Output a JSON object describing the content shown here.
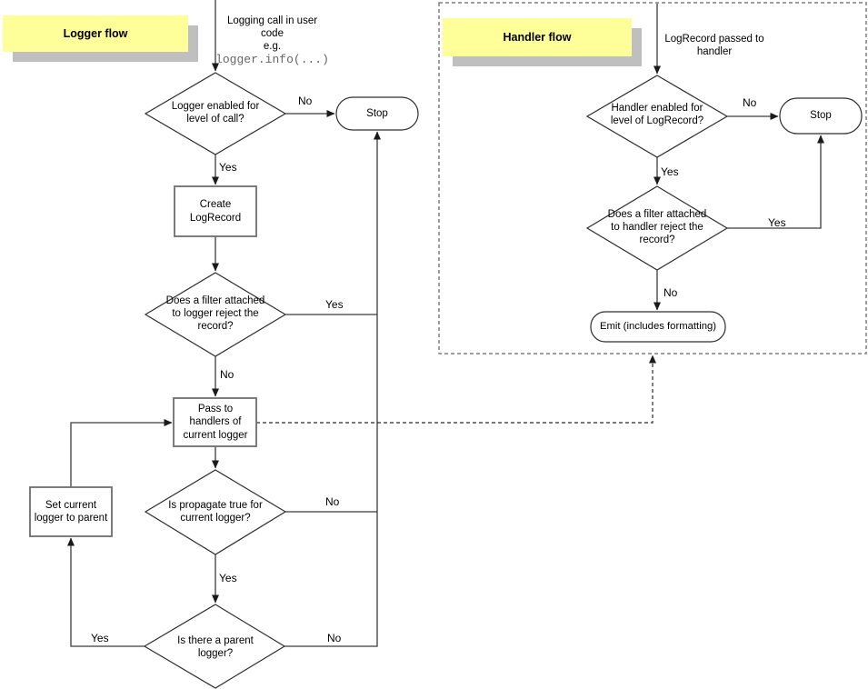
{
  "colors": {
    "note_fill": "#ffff99",
    "note_shadow": "#bfbfbf",
    "line": "#3b3b3b"
  },
  "edge_labels": {
    "yes": "Yes",
    "no": "No"
  },
  "logger_flow": {
    "title": "Logger flow",
    "entry_text": "Logging call in user code",
    "entry_eg": "e.g.",
    "entry_code": "logger.info(...)",
    "decision_level": "Logger enabled for level of call?",
    "stop": "Stop",
    "create_logrecord": "Create LogRecord",
    "decision_filter": "Does a filter attached to logger reject the record?",
    "pass_to_handlers": "Pass to handlers of current logger",
    "decision_propagate": "Is propagate true for current logger?",
    "decision_parent": "Is there a parent logger?",
    "set_current_logger": "Set current logger to parent"
  },
  "handler_flow": {
    "title": "Handler flow",
    "entry_text": "LogRecord passed to handler",
    "decision_level": "Handler enabled for level of LogRecord?",
    "stop": "Stop",
    "decision_filter": "Does a filter attached to handler reject the record?",
    "emit": "Emit (includes formatting)"
  }
}
